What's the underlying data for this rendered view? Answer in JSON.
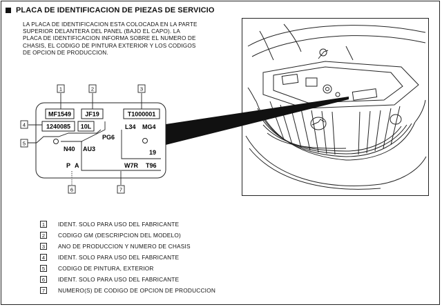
{
  "header": {
    "title": "PLACA DE IDENTIFICACION DE PIEZAS DE SERVICIO"
  },
  "description": [
    "LA PLACA DE IDENTIFICACION ESTA COLOCADA EN LA PARTE",
    "SUPERIOR DELANTERA DEL PANEL (BAJO EL CAPO).  LA",
    "PLACA DE IDENTIFICACION INFORMA SOBRE EL NUMERO DE",
    "CHASIS, EL CODIGO DE PINTURA EXTERIOR Y LOS CODIGOS",
    "DE OPCION DE PRODUCCION."
  ],
  "plate": {
    "code_1": "MF1549",
    "code_2": "JF19",
    "code_3": "T1000001",
    "code_4": "1240085",
    "code_10l": "10L",
    "code_l34": "L34",
    "code_mg4": "MG4",
    "code_pg6": "PG6",
    "code_n40": "N40",
    "code_au3": "AU3",
    "code_19": "19",
    "code_p": "P",
    "code_a": "A",
    "code_w7r": "W7R",
    "code_t96": "T96"
  },
  "callouts": [
    "1",
    "2",
    "3",
    "4",
    "5",
    "6",
    "7"
  ],
  "legend": [
    {
      "num": "1",
      "text": "IDENT. SOLO PARA USO DEL FABRICANTE"
    },
    {
      "num": "2",
      "text": "CODIGO GM (DESCRIPCION DEL MODELO)"
    },
    {
      "num": "3",
      "text": "ANO DE PRODUCCION Y NUMERO DE CHASIS"
    },
    {
      "num": "4",
      "text": "IDENT. SOLO PARA USO DEL FABRICANTE"
    },
    {
      "num": "5",
      "text": "CODIGO DE PINTURA, EXTERIOR"
    },
    {
      "num": "6",
      "text": "IDENT. SOLO PARA USO DEL FABRICANTE"
    },
    {
      "num": "7",
      "text": "NUMERO(S) DE CODIGO DE OPCION DE PRODUCCION"
    }
  ]
}
